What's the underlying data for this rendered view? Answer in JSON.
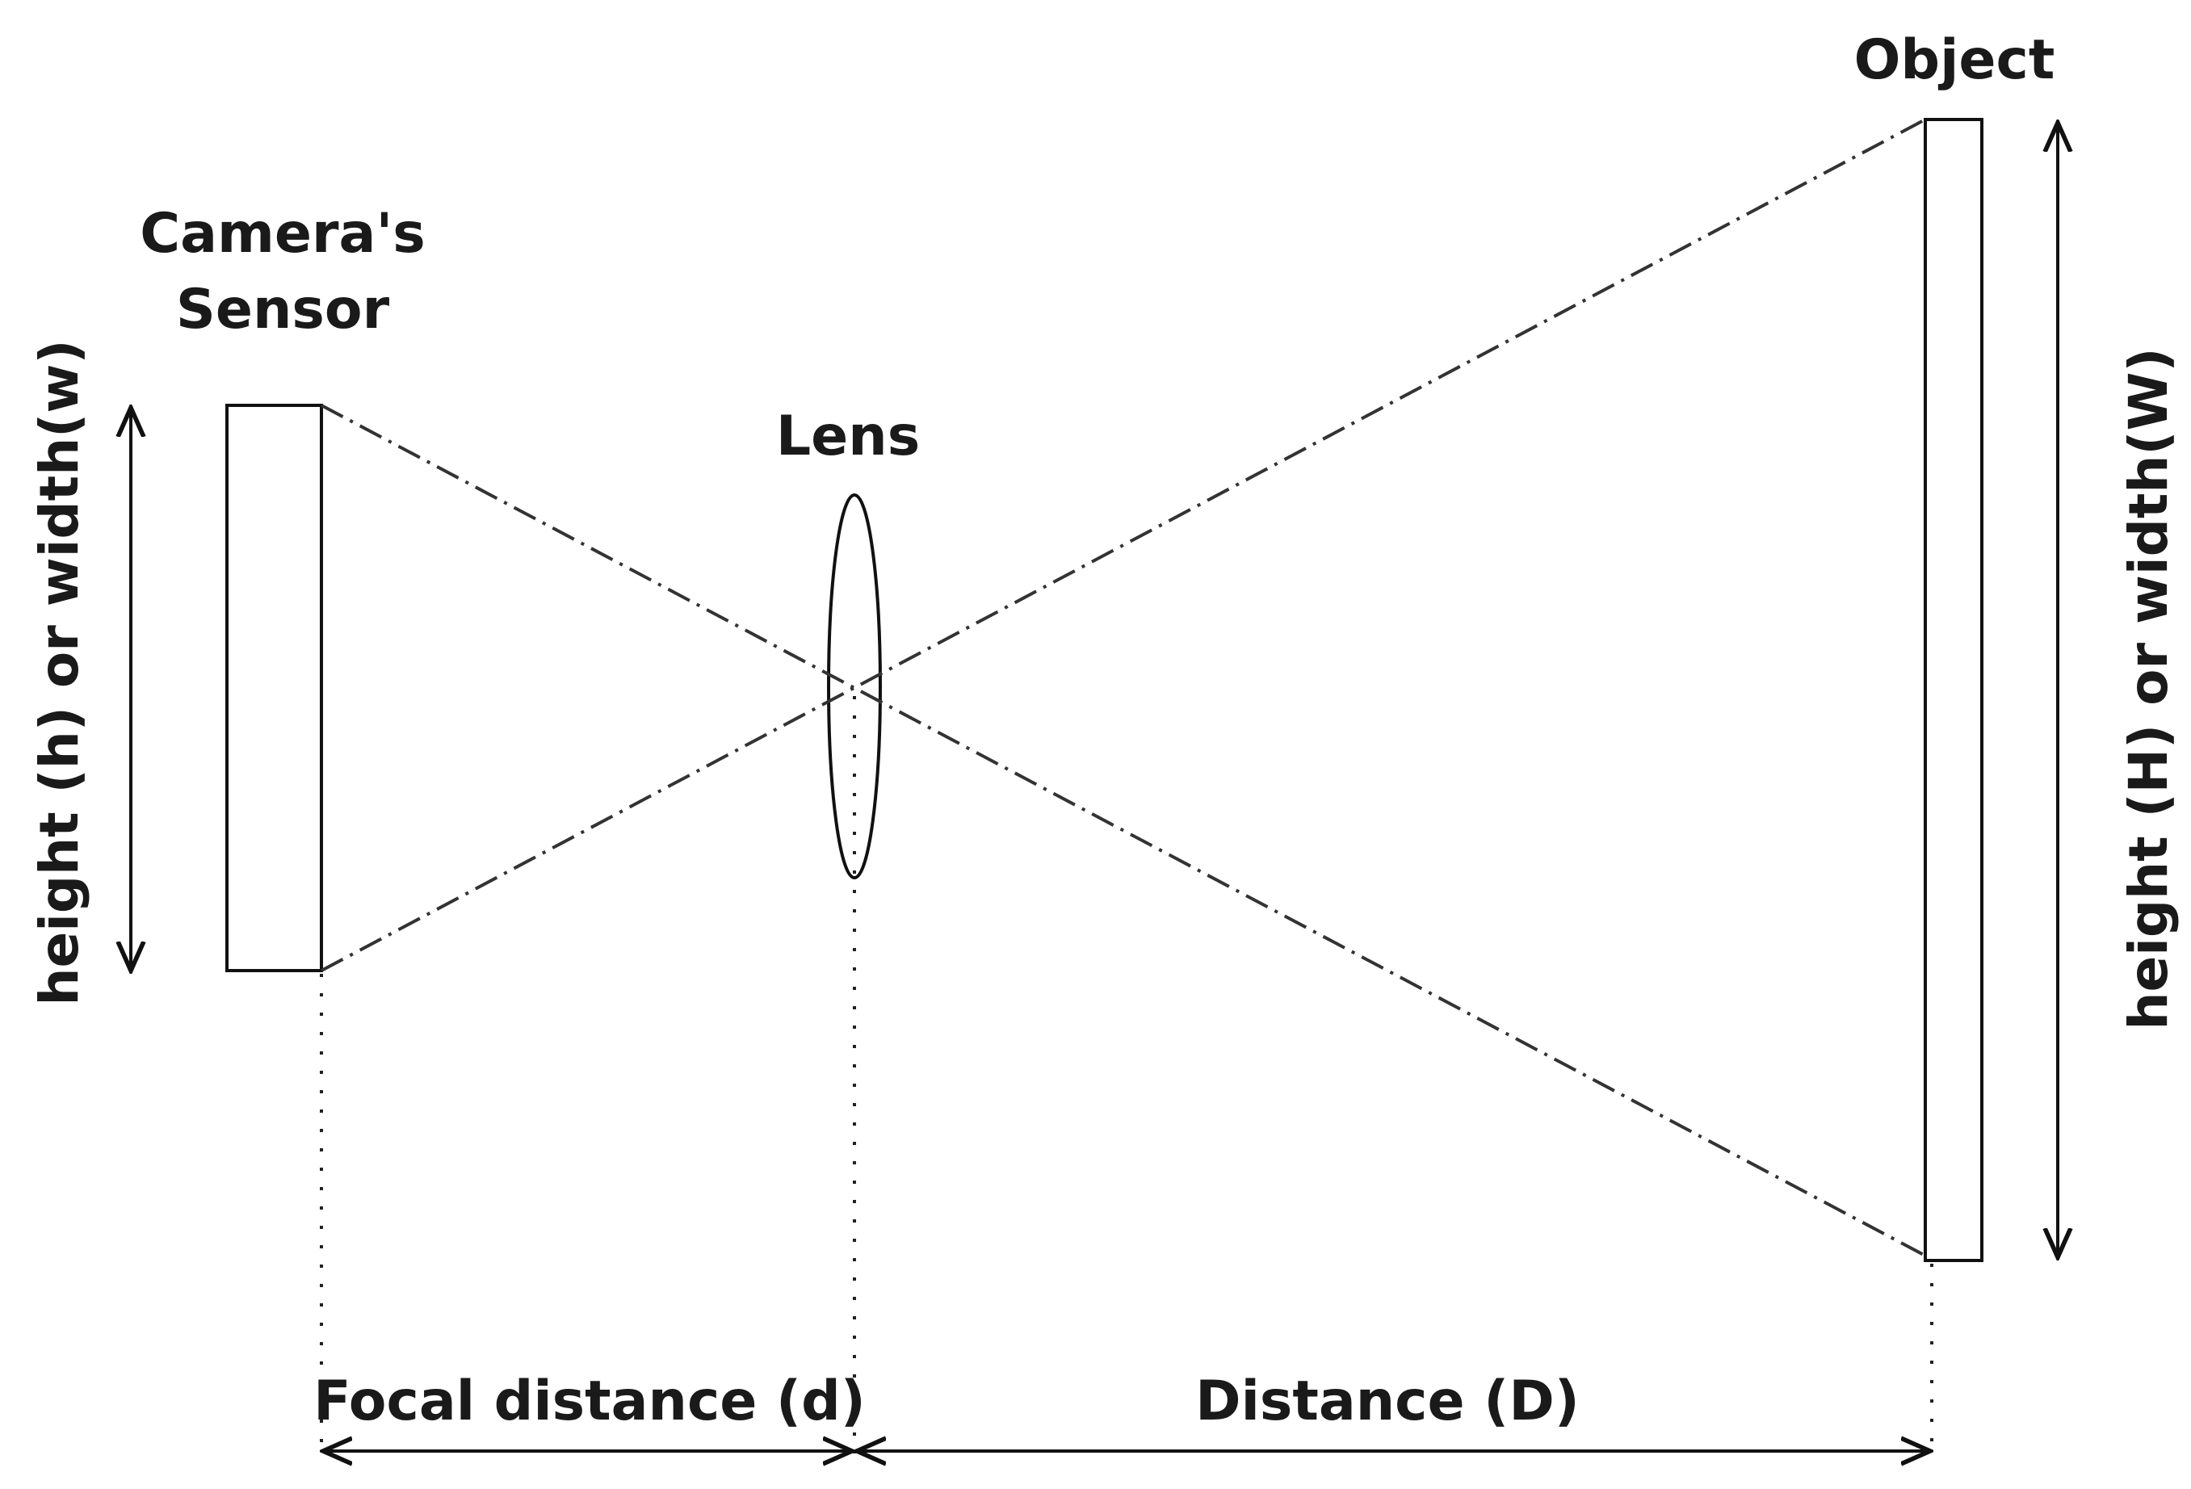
{
  "labels": {
    "sensor_line1": "Camera's",
    "sensor_line2": "Sensor",
    "lens": "Lens",
    "object": "Object",
    "sensor_dimension": "height (h) or width(w)",
    "object_dimension": "height (H) or width(W)",
    "focal_distance": "Focal distance (d)",
    "distance": "Distance (D)"
  },
  "colors": {
    "line": "#111111",
    "text": "#1a1a1a",
    "background": "#ffffff"
  }
}
